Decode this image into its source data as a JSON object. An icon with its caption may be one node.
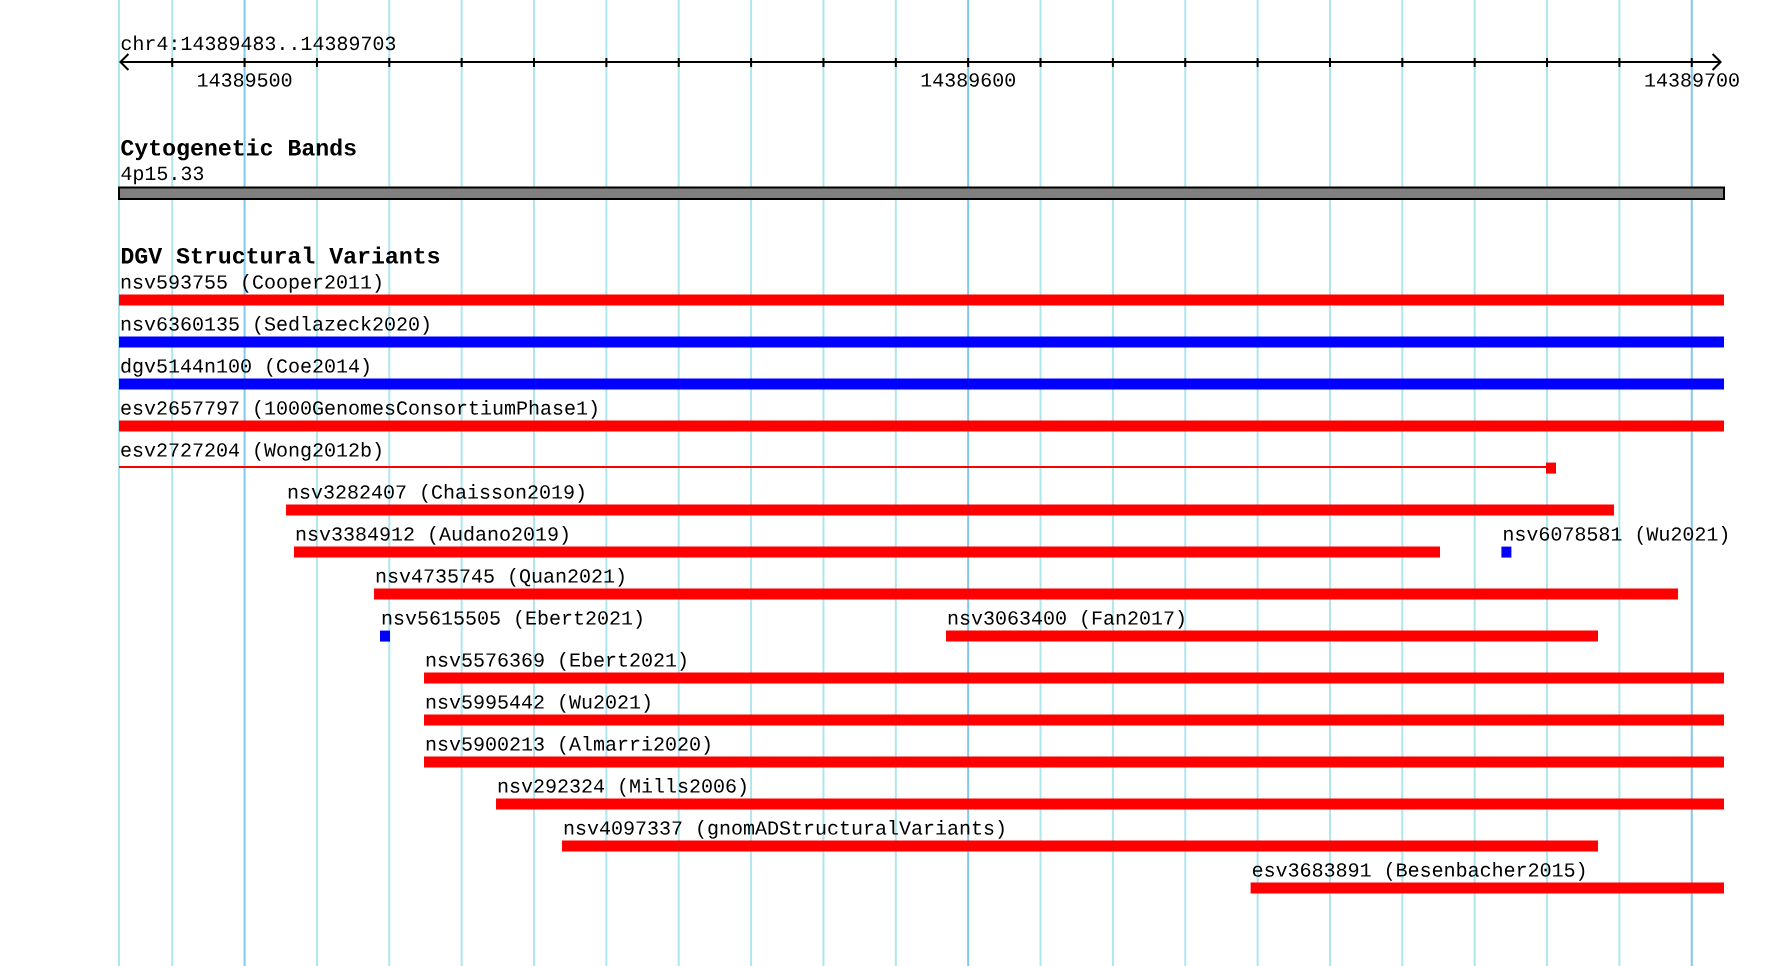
{
  "diagram": {
    "nodes": [
      {
        "text": [
          "4p15.33"
        ]
      },
      {
        "text": [
          "nsv593755 (Cooper2011)"
        ]
      },
      {
        "text": [
          "nsv6360135 (Sedlazeck2020)"
        ]
      },
      {
        "text": [
          "dgv5144n100 (Coe2014)"
        ]
      },
      {
        "text": [
          "esv2657797 (1000GenomesConsortiumPhase1)"
        ]
      },
      {
        "text": [
          "esv2727204 (Wong2012b)"
        ]
      },
      {
        "text": [
          "nsv3282407 (Chaisson2019)"
        ]
      },
      {
        "text": [
          "nsv3384912 (Audano2019)"
        ]
      },
      {
        "text": [
          "nsv6078581 (Wu2021)"
        ]
      },
      {
        "text": [
          "nsv4735745 (Quan2021)"
        ]
      },
      {
        "text": [
          "nsv5615505 (Ebert2021)"
        ]
      },
      {
        "text": [
          "nsv3063400 (Fan2017)"
        ]
      },
      {
        "text": [
          "nsv5576369 (Ebert2021)"
        ]
      },
      {
        "text": [
          "nsv5995442 (Wu2021)"
        ]
      },
      {
        "text": [
          "nsv5900213 (Almarri2020)"
        ]
      },
      {
        "text": [
          "nsv292324 (Mills2006)"
        ]
      },
      {
        "text": [
          "nsv4097337 (gnomADStructuralVariants)"
        ]
      },
      {
        "text": [
          "esv3683891 (Besenbacher2015)"
        ]
      }
    ],
    "labels": [
      "chr4:14389483..14389703",
      "14389500",
      "14389600",
      "14389700",
      "Cytogenetic Bands",
      "DGV Structural Variants"
    ]
  }
}
